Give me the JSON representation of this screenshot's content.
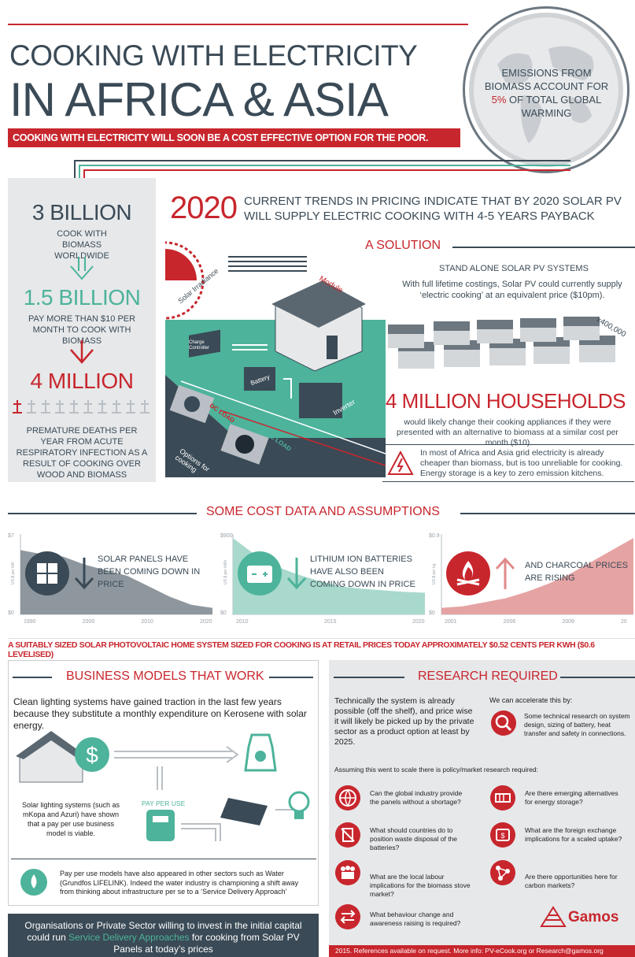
{
  "header": {
    "title_line1": "COOKING WITH ELECTRICITY",
    "title_line2": "IN AFRICA & ASIA",
    "subtitle": "COOKING WITH ELECTRICITY WILL SOON BE A COST EFFECTIVE OPTION FOR THE POOR.",
    "emissions_pre": "EMISSIONS FROM BIOMASS ACCOUNT FOR ",
    "emissions_pct": "5%",
    "emissions_post": " OF TOTAL GLOBAL WARMING"
  },
  "stats": {
    "s1_big": "3 BILLION",
    "s1_small": "COOK WITH BIOMASS WORLDWIDE",
    "s2_big": "1.5 BILLION",
    "s2_small": "PAY MORE THAN $10 PER MONTH TO COOK WITH BIOMASS",
    "s3_big": "4 MILLION",
    "s3_small": "PREMATURE DEATHS PER YEAR FROM ACUTE RESPIRATORY INFECTION AS A RESULT OF COOKING OVER WOOD AND BIOMASS"
  },
  "year_block": {
    "year": "2020",
    "text": "CURRENT TRENDS IN PRICING INDICATE THAT BY 2020 SOLAR PV WILL SUPPLY ELECTRIC COOKING WITH 4-5 YEARS PAYBACK"
  },
  "solution": {
    "title": "A SOLUTION",
    "standalone": "STAND ALONE SOLAR PV SYSTEMS",
    "desc": "With full lifetime costings, Solar PV could currently supply ‘electric cooking’ at an equivalent price ($10pm).",
    "labels": {
      "solar_irradiance": "Solar Irradiance",
      "module": "Module",
      "charge_controller": "Charge Controller",
      "battery": "Battery",
      "inverter": "Inverter",
      "dc_load": "DC LOAD",
      "ac_load": "AC LOAD",
      "options": "Options for cooking",
      "x400": "x400,000"
    },
    "households": "4 MILLION HOUSEHOLDS",
    "hh_desc": "would likely change their cooking appliances if they were presented with an alternative to biomass at a similar cost per month ($10)",
    "warning": "In most of Africa and Asia grid electricity is already cheaper than biomass, but is too unreliable for cooking. Energy storage is a key to zero emission kitchens."
  },
  "cost": {
    "title": "SOME COST DATA AND ASSUMPTIONS",
    "charts": [
      {
        "label": "SOLAR PANELS HAVE BEEN COMING DOWN IN PRICE",
        "ymax": "$7",
        "ymin": "$0",
        "yaxis": "US $ per kW",
        "xticks": [
          "1990",
          "2000",
          "2010",
          "2020"
        ],
        "color": "#8e979e",
        "values": [
          0.8,
          0.75,
          0.72,
          0.62,
          0.55,
          0.48,
          0.35,
          0.22,
          0.12,
          0.08
        ]
      },
      {
        "label": "LITHIUM ION BATTERIES HAVE ALSO BEEN COMING DOWN IN PRICE",
        "ymax": "$900",
        "ymin": "$0",
        "yaxis": "US $ per kWh",
        "xticks": [
          "2010",
          "2015",
          "2020"
        ],
        "color": "#a8d9cc",
        "values": [
          0.95,
          0.75,
          0.6,
          0.5,
          0.42,
          0.35,
          0.32,
          0.3,
          0.28,
          0.27
        ]
      },
      {
        "label": "AND CHARCOAL PRICES ARE RISING",
        "ymax": "$0.9",
        "ymin": "$0",
        "yaxis": "US $ per kg",
        "xticks": [
          "2001",
          "2006",
          "2009",
          "20"
        ],
        "color": "#e6a3a3",
        "values": [
          0.08,
          0.1,
          0.15,
          0.2,
          0.28,
          0.38,
          0.5,
          0.65,
          0.8,
          0.95
        ]
      }
    ],
    "retail": "A SUITABLY SIZED SOLAR PHOTOVOLTAIC HOME SYSTEM SIZED FOR COOKING IS AT RETAIL PRICES TODAY APPROXIMATELY $0.52 CENTS PER KWH ($0.6 LEVELISED)"
  },
  "business": {
    "title": "BUSINESS MODELS THAT WORK",
    "desc": "Clean lighting systems have gained traction in the last few years because they substitute a monthly expenditure on Kerosene with solar energy.",
    "solar_systems": "Solar lighting systems (such as mKopa and Azuri) have shown that a pay per use business model is viable.",
    "pay_per_use": "PAY PER USE",
    "water": "Pay per use models have also appeared in other sectors such as Water (Grundfos LIFELINK). Indeed the water industry is championing a shift away from thinking about infrastructure per se to a ‘Service Delivery Approach’",
    "invest_pre": "Organisations or Private Sector willing to invest in the initial capital could run ",
    "invest_highlight": "Service Delivery Approaches",
    "invest_post": " for cooking from Solar PV Panels at today’s prices"
  },
  "research": {
    "title": "RESEARCH REQUIRED",
    "technical": "Technically the system is already possible (off the shelf), and price wise it will likely be picked up by the private sector as a product option at least by 2025.",
    "accelerate": "We can accelerate this by:",
    "some": "Some technical research on system design, sizing of battery, heat transfer and safety in connections.",
    "assume": "Assuming this went to scale there is policy/market research required:",
    "questions": [
      "Can the global industry provide the panels without a shortage?",
      "Are there emerging alternatives for energy storage?",
      "What should countries do to position waste disposal of the batteries?",
      "What are the foreign exchange implications for a scaled uptake?",
      "What are the local labour implications for the biomass stove market?",
      "Are there opportunities here for carbon markets?",
      "What behaviour change and awareness raising is required?"
    ],
    "brand": "Gamos",
    "footer": "2015. References available on request. More info: PV-eCook.org or Research@gamos.org"
  },
  "colors": {
    "red": "#c8262d",
    "teal": "#4db39b",
    "dark": "#3a4a56",
    "grey_panel": "#e6e8ea"
  }
}
